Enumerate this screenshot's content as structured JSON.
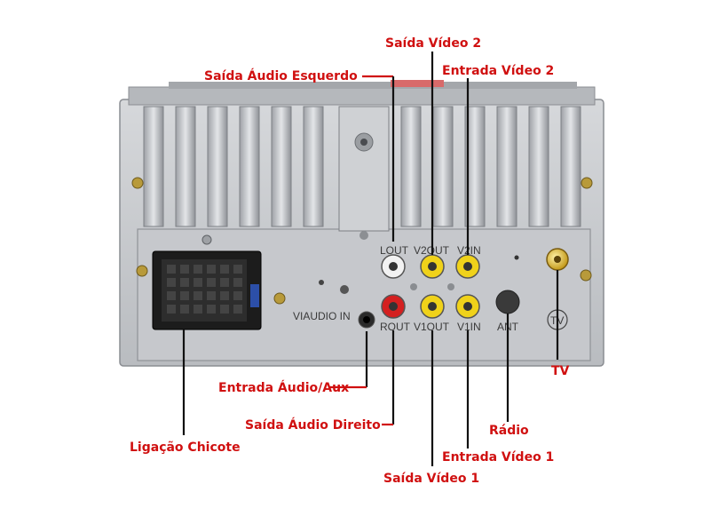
{
  "labels": {
    "saida_video_2": "Saída Vídeo 2",
    "saida_audio_esquerdo": "Saída Áudio Esquerdo",
    "entrada_video_2": "Entrada Vídeo 2",
    "entrada_audio_aux": "Entrada Áudio/Aux",
    "saida_audio_direito": "Saída Áudio Direito",
    "ligacao_chicote": "Ligação Chicote",
    "radio": "Rádio",
    "entrada_video_1": "Entrada Vídeo 1",
    "saida_video_1": "Saída Vídeo 1",
    "tv": "TV"
  },
  "panel": {
    "lout": "LOUT",
    "v2out": "V2OUT",
    "v2in": "V2IN",
    "vi_audio_in": "VIAUDIO  IN",
    "rout": "ROUT",
    "v1out": "V1OUT",
    "v1in": "V1IN",
    "ant": "ANT",
    "tv_marking": "TV"
  },
  "colors": {
    "label_red": "#d01010",
    "rca_white": "#f2f2f2",
    "rca_yellow": "#f0d21a",
    "rca_red": "#d42020",
    "chassis": "#c9cbcf"
  }
}
